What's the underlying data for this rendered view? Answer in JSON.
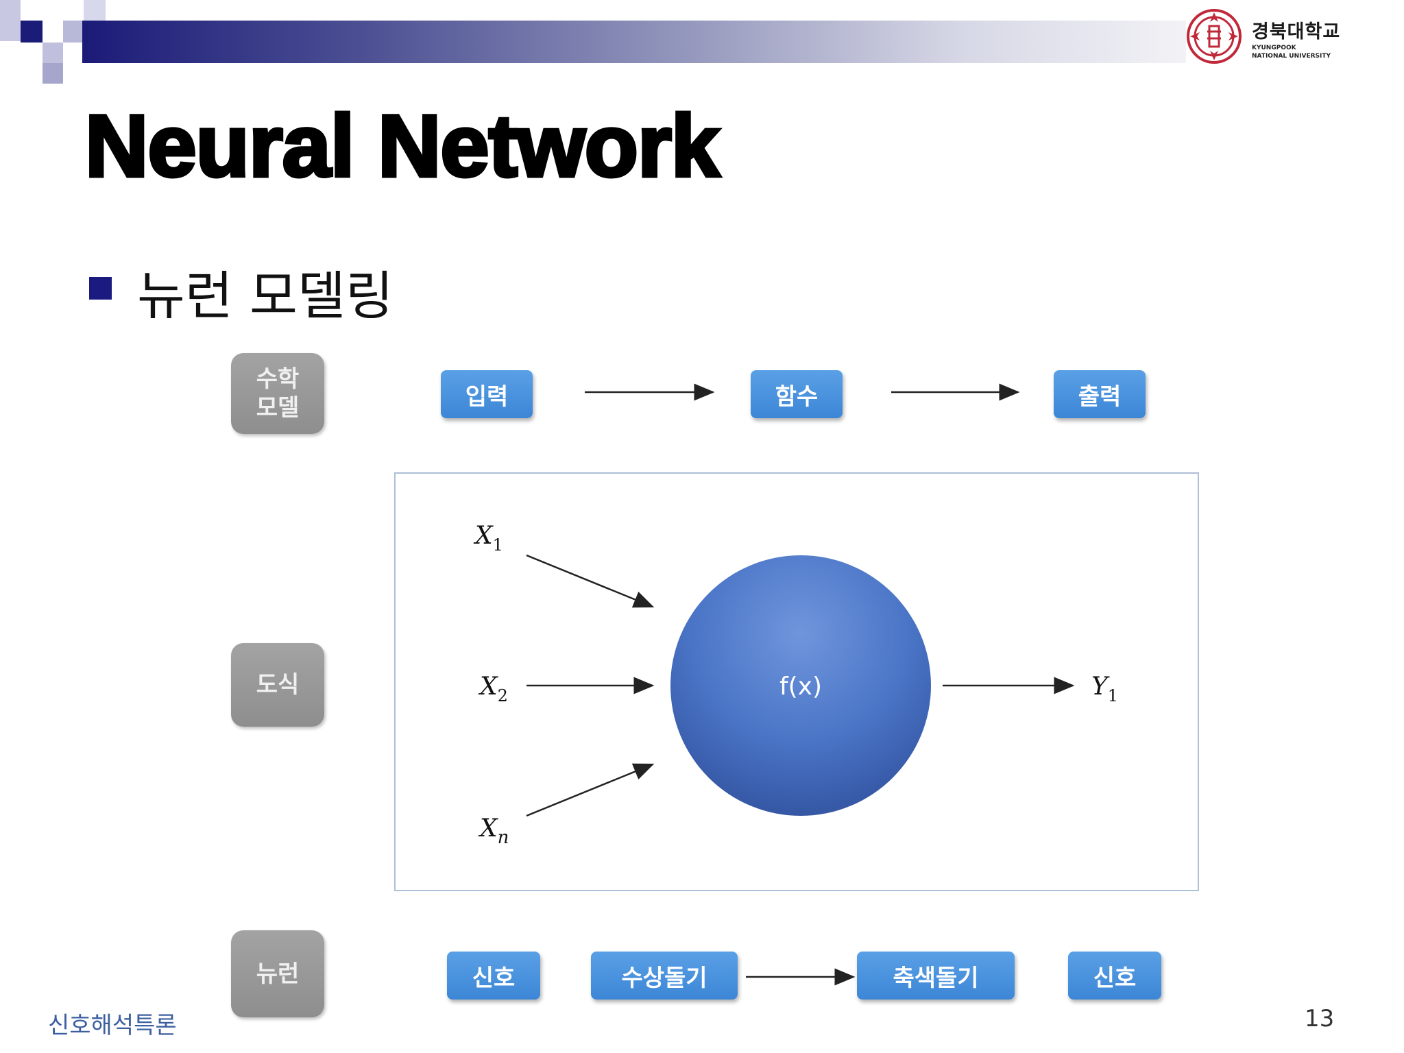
{
  "header": {
    "logo_korean": "경북대학교",
    "logo_english_line1": "KYUNGPOOK",
    "logo_english_line2": "NATIONAL UNIVERSITY"
  },
  "slide": {
    "title": "Neural Network",
    "bullet": "뉴런 모델링"
  },
  "rows": {
    "math_model": {
      "label": "수학\n모델",
      "boxes": [
        "입력",
        "함수",
        "출력"
      ]
    },
    "diagram": {
      "label": "도식"
    },
    "neuron": {
      "label": "뉴런",
      "boxes": [
        "신호",
        "수상돌기",
        "축색돌기",
        "신호"
      ]
    }
  },
  "neuron_diagram": {
    "inputs": [
      {
        "var": "X",
        "sub": "1"
      },
      {
        "var": "X",
        "sub": "2"
      },
      {
        "var": "X",
        "sub": "n"
      }
    ],
    "function_label": "f(x)",
    "output": {
      "var": "Y",
      "sub": "1"
    }
  },
  "footer": {
    "course": "신호해석특론",
    "page_number": "13"
  },
  "colors": {
    "accent_navy": "#1a1a80",
    "box_blue": "#4a93dd",
    "box_gray": "#999999",
    "circle_blue": "#4a72c4",
    "footer_text": "#3c5fa0"
  }
}
